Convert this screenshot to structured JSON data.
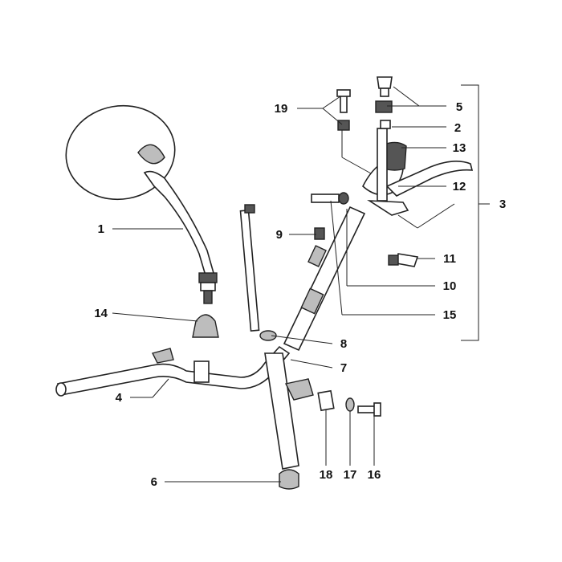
{
  "callouts": {
    "c1": "1",
    "c2": "2",
    "c3": "3",
    "c4": "4",
    "c5": "5",
    "c6": "6",
    "c7": "7",
    "c8": "8",
    "c9": "9",
    "c10": "10",
    "c11": "11",
    "c12": "12",
    "c13": "13",
    "c14": "14",
    "c15": "15",
    "c16": "16",
    "c17": "17",
    "c18": "18",
    "c19": "19"
  },
  "colors": {
    "line": "#222222",
    "background": "#ffffff"
  }
}
